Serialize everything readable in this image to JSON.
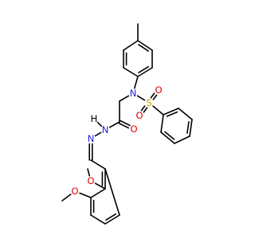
{
  "molecule": {
    "atoms": [
      {
        "id": "CH3",
        "label": "",
        "element": "C"
      },
      {
        "id": "T1",
        "label": "",
        "element": "C"
      },
      {
        "id": "T2",
        "label": "",
        "element": "C"
      },
      {
        "id": "T3",
        "label": "",
        "element": "C"
      },
      {
        "id": "T4",
        "label": "",
        "element": "C"
      },
      {
        "id": "T5",
        "label": "",
        "element": "C"
      },
      {
        "id": "T6",
        "label": "",
        "element": "C"
      },
      {
        "id": "N1",
        "label": "N",
        "element": "N"
      },
      {
        "id": "S",
        "label": "S",
        "element": "S"
      },
      {
        "id": "OS1",
        "label": "O",
        "element": "O"
      },
      {
        "id": "OS2",
        "label": "O",
        "element": "O"
      },
      {
        "id": "P1",
        "label": "",
        "element": "C"
      },
      {
        "id": "P2",
        "label": "",
        "element": "C"
      },
      {
        "id": "P3",
        "label": "",
        "element": "C"
      },
      {
        "id": "P4",
        "label": "",
        "element": "C"
      },
      {
        "id": "P5",
        "label": "",
        "element": "C"
      },
      {
        "id": "P6",
        "label": "",
        "element": "C"
      },
      {
        "id": "CH2",
        "label": "",
        "element": "C"
      },
      {
        "id": "CO",
        "label": "",
        "element": "C"
      },
      {
        "id": "Ocarb",
        "label": "O",
        "element": "O"
      },
      {
        "id": "NH",
        "label": "N",
        "element": "N"
      },
      {
        "id": "H",
        "label": "H",
        "element": "H"
      },
      {
        "id": "N3",
        "label": "N",
        "element": "N"
      },
      {
        "id": "CHim",
        "label": "",
        "element": "C"
      },
      {
        "id": "A1",
        "label": "",
        "element": "C"
      },
      {
        "id": "A2",
        "label": "",
        "element": "C"
      },
      {
        "id": "A3",
        "label": "",
        "element": "C"
      },
      {
        "id": "A4",
        "label": "",
        "element": "C"
      },
      {
        "id": "A5",
        "label": "",
        "element": "C"
      },
      {
        "id": "A6",
        "label": "",
        "element": "C"
      },
      {
        "id": "O2",
        "label": "O",
        "element": "O"
      },
      {
        "id": "Me2",
        "label": "",
        "element": "C"
      },
      {
        "id": "O3",
        "label": "O",
        "element": "O"
      },
      {
        "id": "Me3",
        "label": "",
        "element": "C"
      }
    ],
    "bonds": [
      {
        "a": "CH3",
        "b": "T1",
        "order": 1
      },
      {
        "a": "T1",
        "b": "T2",
        "order": 2
      },
      {
        "a": "T2",
        "b": "T3",
        "order": 1
      },
      {
        "a": "T3",
        "b": "T4",
        "order": 2
      },
      {
        "a": "T4",
        "b": "T5",
        "order": 1
      },
      {
        "a": "T5",
        "b": "T6",
        "order": 2
      },
      {
        "a": "T6",
        "b": "T1",
        "order": 1
      },
      {
        "a": "T4",
        "b": "N1",
        "order": 1
      },
      {
        "a": "N1",
        "b": "S",
        "order": 1
      },
      {
        "a": "S",
        "b": "OS1",
        "order": 2
      },
      {
        "a": "S",
        "b": "OS2",
        "order": 2
      },
      {
        "a": "S",
        "b": "P1",
        "order": 1
      },
      {
        "a": "P1",
        "b": "P2",
        "order": 2
      },
      {
        "a": "P2",
        "b": "P3",
        "order": 1
      },
      {
        "a": "P3",
        "b": "P4",
        "order": 2
      },
      {
        "a": "P4",
        "b": "P5",
        "order": 1
      },
      {
        "a": "P5",
        "b": "P6",
        "order": 2
      },
      {
        "a": "P6",
        "b": "P1",
        "order": 1
      },
      {
        "a": "N1",
        "b": "CH2",
        "order": 1
      },
      {
        "a": "CH2",
        "b": "CO",
        "order": 1
      },
      {
        "a": "CO",
        "b": "Ocarb",
        "order": 2
      },
      {
        "a": "CO",
        "b": "NH",
        "order": 1
      },
      {
        "a": "NH",
        "b": "N3",
        "order": 1
      },
      {
        "a": "N3",
        "b": "CHim",
        "order": 2
      },
      {
        "a": "CHim",
        "b": "A1",
        "order": 1
      },
      {
        "a": "A1",
        "b": "A2",
        "order": 2
      },
      {
        "a": "A2",
        "b": "A3",
        "order": 1
      },
      {
        "a": "A3",
        "b": "A4",
        "order": 2
      },
      {
        "a": "A4",
        "b": "A5",
        "order": 1
      },
      {
        "a": "A5",
        "b": "A6",
        "order": 2
      },
      {
        "a": "A6",
        "b": "A1",
        "order": 1
      },
      {
        "a": "A2",
        "b": "O2",
        "order": 1
      },
      {
        "a": "O2",
        "b": "Me2",
        "order": 1
      },
      {
        "a": "A3",
        "b": "O3",
        "order": 1
      },
      {
        "a": "O3",
        "b": "Me3",
        "order": 1
      }
    ]
  },
  "colors": {
    "background": "#ffffff",
    "bond": "#000000",
    "C": "#000000",
    "H": "#000000",
    "N": "#1f1fe0",
    "O": "#e00000",
    "S": "#c8a000"
  }
}
